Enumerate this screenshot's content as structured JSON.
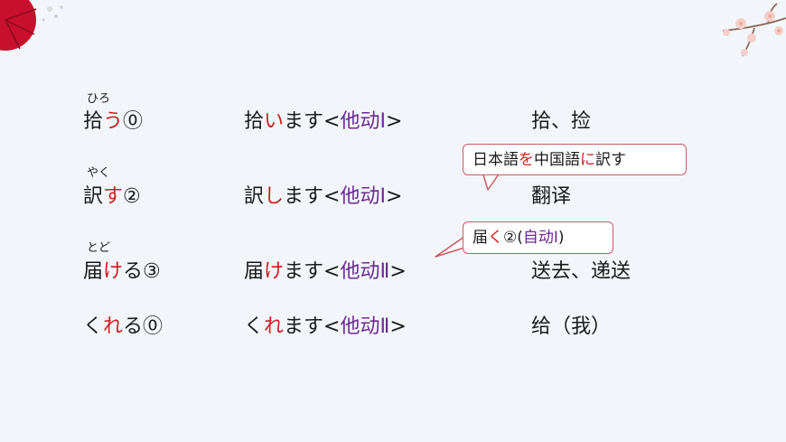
{
  "rows": [
    {
      "furigana": "ひろ",
      "dict": {
        "kanji": "拾",
        "okurigana": "う",
        "accent": "⓪"
      },
      "masu": {
        "kanji": "拾",
        "kana": "い",
        "rest": "ます",
        "lt": "<",
        "type": "他动Ⅰ",
        "gt": ">"
      },
      "meaning": "拾、捡"
    },
    {
      "furigana": "やく",
      "dict": {
        "kanji": "訳",
        "okurigana": "す",
        "accent": "②"
      },
      "masu": {
        "kanji": "訳",
        "kana": "し",
        "rest": "ます",
        "lt": "<",
        "type": "他动Ⅰ",
        "gt": ">"
      },
      "meaning": "翻译"
    },
    {
      "furigana": "とど",
      "dict": {
        "kanji": "届",
        "okurigana": "け",
        "tail": "る",
        "accent": "③"
      },
      "masu": {
        "kanji": "届",
        "kana": "け",
        "rest": "ます",
        "lt": "<",
        "type": "他动Ⅱ",
        "gt": ">"
      },
      "meaning": "送去、递送"
    },
    {
      "furigana": "",
      "dict": {
        "head": "く",
        "okurigana": "れ",
        "tail": "る",
        "accent": "⓪"
      },
      "masu": {
        "head": "く",
        "kana": "れ",
        "rest": "ます",
        "lt": "<",
        "type": "他动Ⅱ",
        "gt": ">"
      },
      "meaning": "给（我）"
    }
  ],
  "callouts": {
    "example": {
      "a": "日本語",
      "p1": "を",
      "b": "中国語",
      "p2": "に",
      "c": "訳す"
    },
    "note": {
      "a": "届",
      "kana": "く",
      "accent": "②",
      "open": "(",
      "type": "自动Ⅰ",
      "close": ")"
    }
  },
  "colors": {
    "particle": "#cc1f1f",
    "verb_type": "#6a2b8f",
    "callout_border": "#c95a63"
  }
}
